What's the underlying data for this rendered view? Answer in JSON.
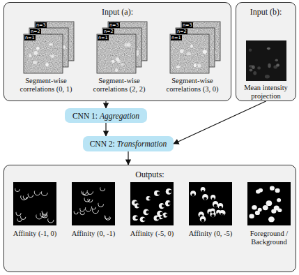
{
  "diagram": {
    "nodes": [
      {
        "text": [
          "Input (a):"
        ]
      },
      {
        "text": [
          "Segment-wise correlations (0, 1)"
        ],
        "in": 0
      },
      {
        "text": [
          "Segment-wise correlations (2, 2)"
        ],
        "in": 0
      },
      {
        "text": [
          "Segment-wise correlations (3, 0)"
        ],
        "in": 0
      },
      {
        "text": [
          "Input (b):"
        ]
      },
      {
        "text": [
          "Mean intensity projection"
        ],
        "in": 4
      },
      {
        "text": [
          "CNN 1:",
          "Aggregation"
        ]
      },
      {
        "text": [
          "CNN 2:",
          "Transformation"
        ]
      },
      {
        "text": [
          "Outputs:"
        ]
      },
      {
        "text": [
          "Affinity (-1, 0)"
        ],
        "in": 8
      },
      {
        "text": [
          "Affinity (0, -1)"
        ],
        "in": 8
      },
      {
        "text": [
          "Affinity (-5, 0)"
        ],
        "in": 8
      },
      {
        "text": [
          "Affinity (0, -5)"
        ],
        "in": 8
      },
      {
        "text": [
          "Foreground / Background"
        ],
        "in": 8
      }
    ],
    "edges": [
      {
        "from": 0,
        "to": 6,
        "arrow": "to"
      },
      {
        "from": 6,
        "to": 7,
        "arrow": "to"
      },
      {
        "from": 4,
        "to": 7,
        "arrow": "to"
      },
      {
        "from": 7,
        "to": 8,
        "arrow": "to"
      }
    ],
    "labels": [
      "n=3",
      "n=2",
      "n=1",
      "n=3",
      "n=2",
      "n=1",
      "n=3",
      "n=2",
      "n=1"
    ]
  }
}
